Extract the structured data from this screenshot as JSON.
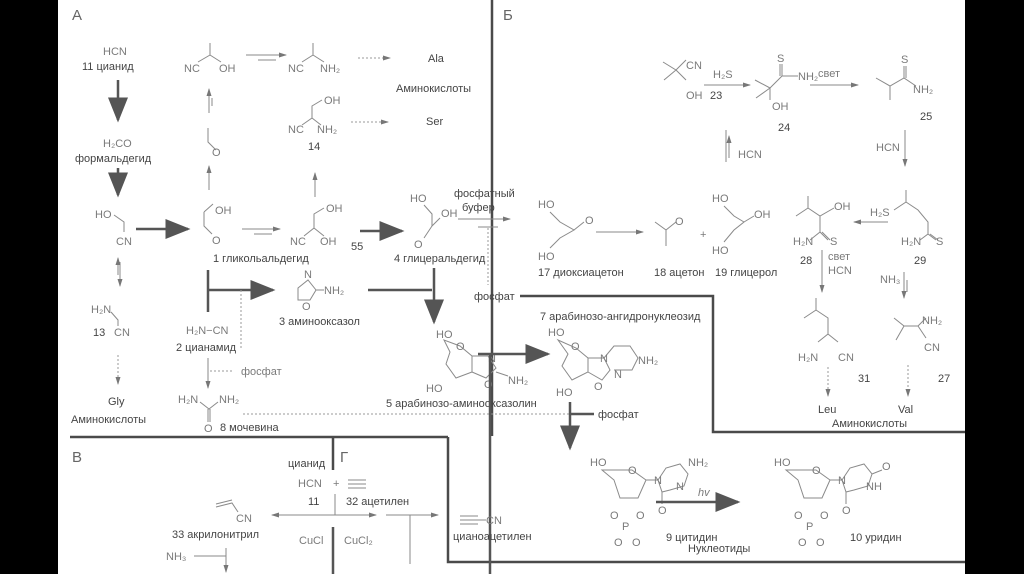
{
  "sections": {
    "A": "А",
    "B": "Б",
    "V": "В",
    "G": "Г"
  },
  "compounds": {
    "hcn_formula": "HCN",
    "c11": "11 цианид",
    "h2co": "H₂CO",
    "formaldehyde": "формальдегид",
    "c1": "1 гликольальдегид",
    "c2": "2 цианамид",
    "c2_formula": "H₂N−CN",
    "c3": "3 аминооксазол",
    "c4": "4 глицеральдегид",
    "c5": "5 арабинозо-аминооксазолин",
    "c7": "7 арабинозо-ангидронуклеозид",
    "c8": "8 мочевина",
    "c9": "9 цитидин",
    "c10": "10 уридин",
    "c13": "13",
    "c14": "14",
    "c55": "55",
    "c17": "17 диоксиацетон",
    "c18": "18 ацетон",
    "c19": "19 глицерол",
    "c23": "23",
    "c24": "24",
    "c25": "25",
    "c27": "27",
    "c28": "28",
    "c29": "29",
    "c31": "31",
    "c32": "32 ацетилен",
    "c33": "33 акрилонитрил",
    "cyanoacetylene": "цианоацетилен",
    "cyanide": "цианид",
    "hcn11": "11"
  },
  "labels": {
    "ala": "Ala",
    "ser": "Ser",
    "gly": "Gly",
    "leu": "Leu",
    "val": "Val",
    "aminoacids": "Аминокислоты",
    "nucleotides": "Нуклеотиды",
    "phosphate": "фосфат",
    "phosphate_buffer_1": "фосфатный",
    "phosphate_buffer_2": "буфер",
    "h2s": "H₂S",
    "light": "свет",
    "hcn": "HCN",
    "nh3": "NH₃",
    "cucl": "CuCl",
    "cucl2": "CuCl₂",
    "hv": "hv",
    "plus": "+"
  },
  "atoms": {
    "NC": "NC",
    "OH": "OH",
    "HO": "HO",
    "NH2": "NH₂",
    "H2N": "H₂N",
    "CN": "CN",
    "O": "O",
    "N": "N",
    "S": "S",
    "P": "P",
    "NH": "NH"
  }
}
